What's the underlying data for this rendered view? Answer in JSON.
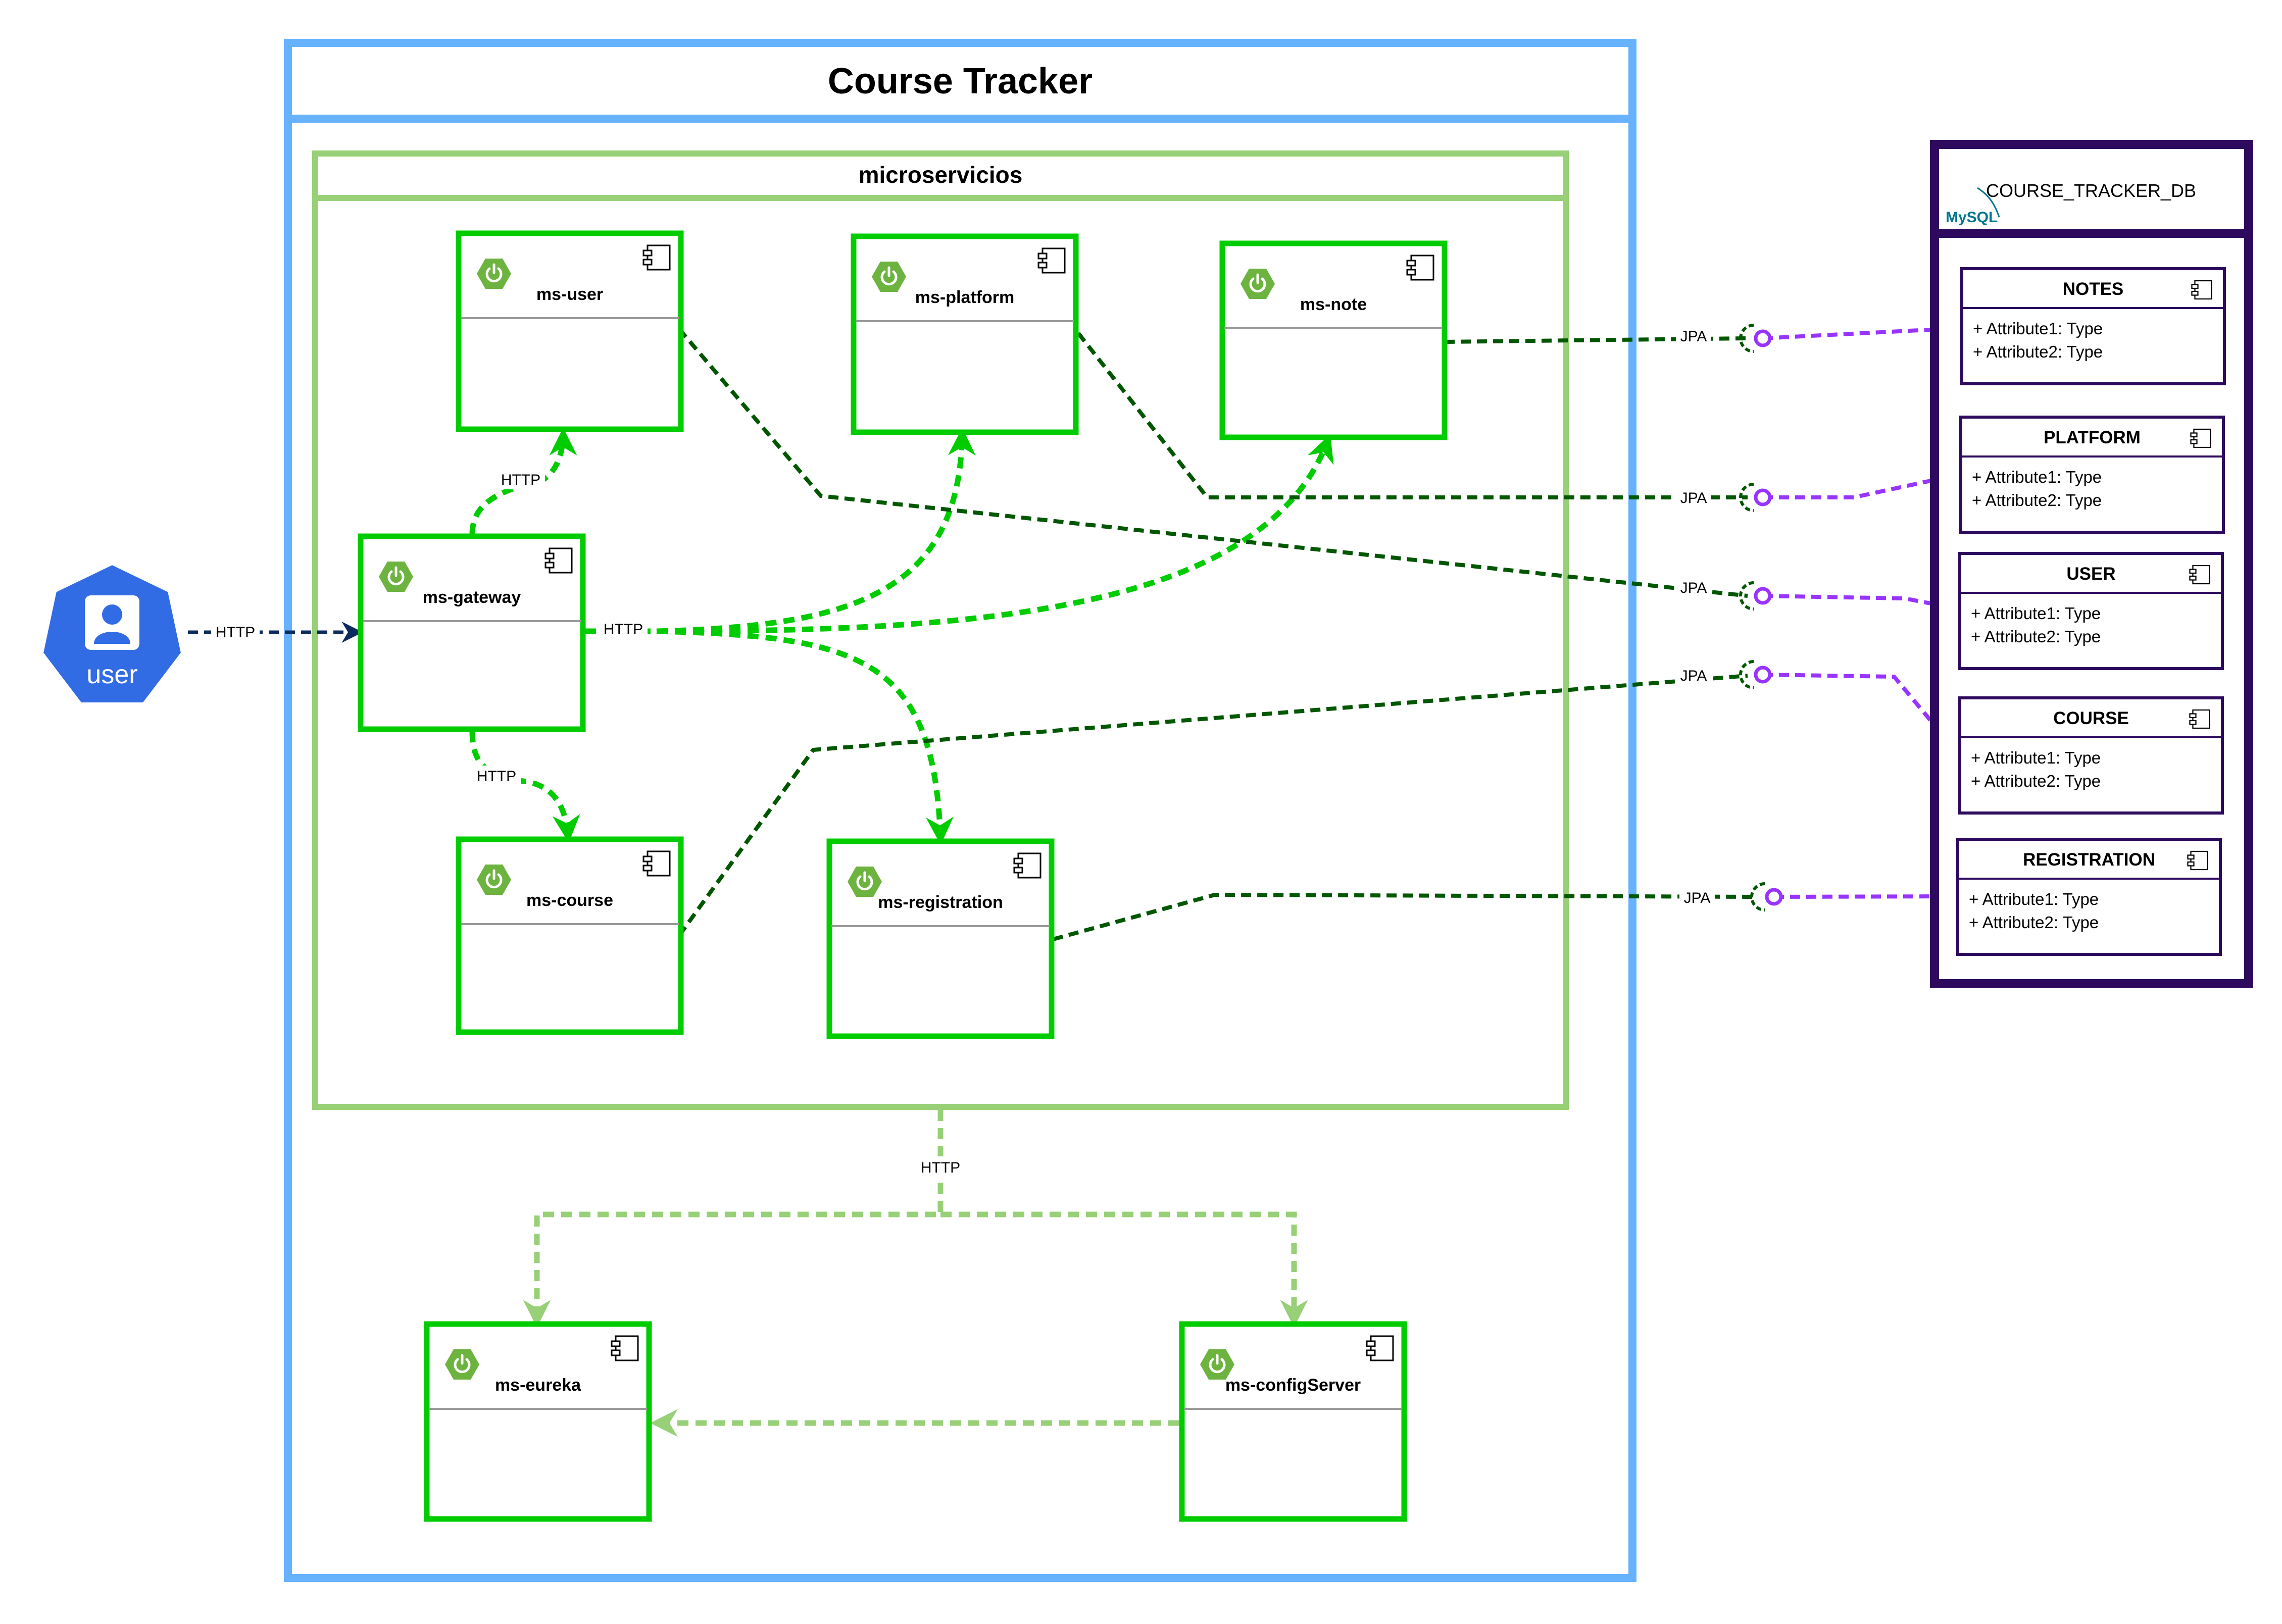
{
  "system": {
    "title": "Course Tracker"
  },
  "group": {
    "title": "microservicios"
  },
  "actor": {
    "label": "user"
  },
  "services": {
    "user": "ms-user",
    "platform": "ms-platform",
    "note": "ms-note",
    "gateway": "ms-gateway",
    "course": "ms-course",
    "registration": "ms-registration",
    "eureka": "ms-eureka",
    "config": "ms-configServer"
  },
  "edges": {
    "http": "HTTP",
    "jpa": "JPA"
  },
  "database": {
    "name": "COURSE_TRACKER_DB",
    "logo_text": "MySQL",
    "tables": [
      {
        "name": "NOTES",
        "attributes": [
          "+ Attribute1: Type",
          "+ Attribute2: Type"
        ]
      },
      {
        "name": "PLATFORM",
        "attributes": [
          "+ Attribute1: Type",
          "+ Attribute2: Type"
        ]
      },
      {
        "name": "USER",
        "attributes": [
          "+ Attribute1: Type",
          "+ Attribute2: Type"
        ]
      },
      {
        "name": "COURSE",
        "attributes": [
          "+ Attribute1: Type",
          "+ Attribute2: Type"
        ]
      },
      {
        "name": "REGISTRATION",
        "attributes": [
          "+ Attribute1: Type",
          "+ Attribute2: Type"
        ]
      }
    ]
  },
  "colors": {
    "system_border": "#66b2ff",
    "group_border": "#97d077",
    "service_border": "#00cc00",
    "spring_icon": "#6db33f",
    "http_edge": "#00cc00",
    "http_edge_light": "#97d077",
    "jpa_edge": "#005700",
    "db_link": "#9933ff",
    "db_border": "#2d0a5e",
    "actor": "#326ce5",
    "actor_edge": "#0b2c5c"
  }
}
